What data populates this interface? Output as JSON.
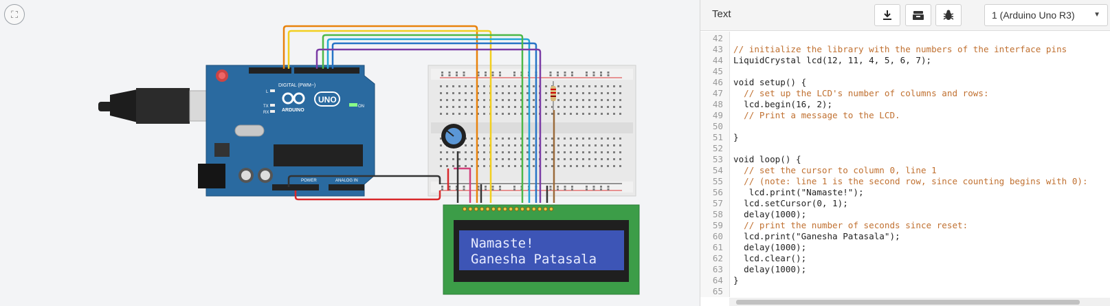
{
  "canvas": {
    "fullscreen_icon": "fullscreen-icon",
    "arduino": {
      "brand": "ARDUINO",
      "model": "UNO",
      "on_label": "ON",
      "digital_label": "DIGITAL (PWM~)",
      "power_label": "POWER",
      "analog_label": "ANALOG IN",
      "tx_label": "TX",
      "rx_label": "RX",
      "l_label": "L"
    },
    "lcd": {
      "line1": "Namaste!",
      "line2": "Ganesha Patasala"
    },
    "colors": {
      "board": "#2a6aa0",
      "breadboard": "#e9e9e9",
      "lcd_pcb": "#3c9d48",
      "lcd_screen": "#3d55b6",
      "wire_orange": "#e8820c",
      "wire_yellow": "#f2cf1f",
      "wire_cyan": "#23a6d5",
      "wire_blue": "#2573c6",
      "wire_green": "#4cb848",
      "wire_purple": "#7a3ba4",
      "wire_red": "#d8282a",
      "wire_black": "#333333",
      "wire_brown": "#9a6a3a",
      "wire_pink": "#d2407a"
    }
  },
  "editor": {
    "mode_label": "Text",
    "buttons": {
      "download_icon": "download-icon",
      "library_icon": "library-icon",
      "debug_icon": "bug-icon"
    },
    "device": {
      "selected": "1 (Arduino Uno R3)"
    },
    "lines": [
      {
        "n": "42",
        "text": "",
        "comment": false
      },
      {
        "n": "43",
        "text": "// initialize the library with the numbers of the interface pins",
        "comment": true
      },
      {
        "n": "44",
        "text": "LiquidCrystal lcd(12, 11, 4, 5, 6, 7);",
        "comment": false
      },
      {
        "n": "45",
        "text": "",
        "comment": false
      },
      {
        "n": "46",
        "text": "void setup() {",
        "comment": false
      },
      {
        "n": "47",
        "text": "  // set up the LCD's number of columns and rows:",
        "comment": true
      },
      {
        "n": "48",
        "text": "  lcd.begin(16, 2);",
        "comment": false
      },
      {
        "n": "49",
        "text": "  // Print a message to the LCD.",
        "comment": true
      },
      {
        "n": "50",
        "text": "",
        "comment": false
      },
      {
        "n": "51",
        "text": "}",
        "comment": false
      },
      {
        "n": "52",
        "text": "",
        "comment": false
      },
      {
        "n": "53",
        "text": "void loop() {",
        "comment": false
      },
      {
        "n": "54",
        "text": "  // set the cursor to column 0, line 1",
        "comment": true
      },
      {
        "n": "55",
        "text": "  // (note: line 1 is the second row, since counting begins with 0):",
        "comment": true
      },
      {
        "n": "56",
        "text": "   lcd.print(\"Namaste!\");",
        "comment": false
      },
      {
        "n": "57",
        "text": "  lcd.setCursor(0, 1);",
        "comment": false
      },
      {
        "n": "58",
        "text": "  delay(1000);",
        "comment": false
      },
      {
        "n": "59",
        "text": "  // print the number of seconds since reset:",
        "comment": true
      },
      {
        "n": "60",
        "text": "  lcd.print(\"Ganesha Patasala\");",
        "comment": false
      },
      {
        "n": "61",
        "text": "  delay(1000);",
        "comment": false
      },
      {
        "n": "62",
        "text": "  lcd.clear();",
        "comment": false
      },
      {
        "n": "63",
        "text": "  delay(1000);",
        "comment": false
      },
      {
        "n": "64",
        "text": "}",
        "comment": false
      },
      {
        "n": "65",
        "text": "",
        "comment": false
      }
    ]
  }
}
